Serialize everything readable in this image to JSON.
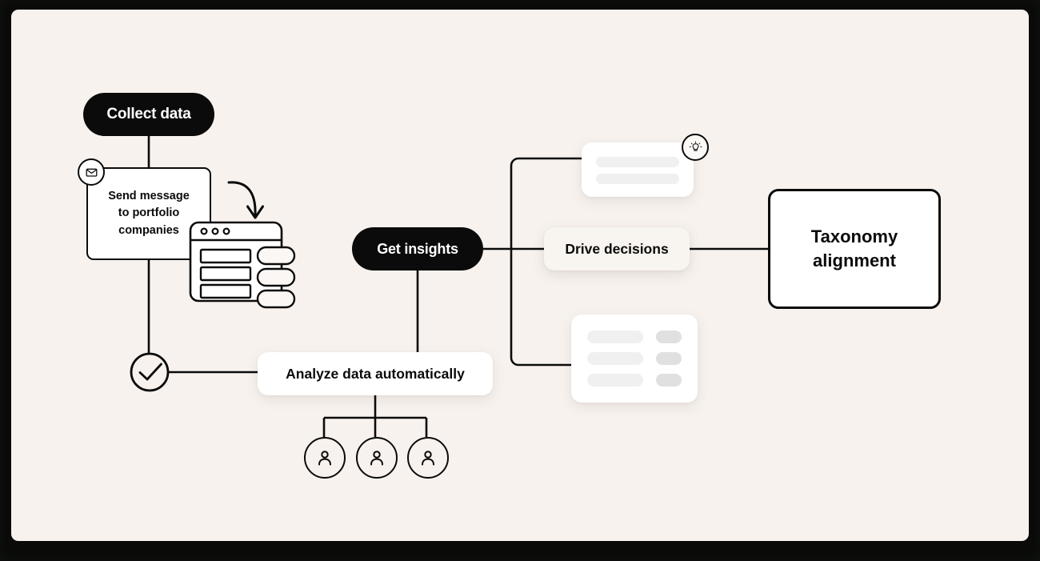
{
  "canvas": {
    "background_color": "#F7F2EE",
    "frame_color": "#0A0B09",
    "outer_color": "#5A6B52"
  },
  "palette": {
    "ink": "#0B0B0B",
    "white": "#FFFFFF",
    "beige_card": "#F8F4F0",
    "skeleton_light": "#F0F0F0",
    "skeleton_dark": "#E0E0E0"
  },
  "nodes": {
    "collect_data": {
      "label": "Collect data",
      "type": "pill-dark"
    },
    "send_message": {
      "label": "Send message to portfolio companies",
      "line1": "Send message",
      "line2": "to portfolio",
      "line3": "companies",
      "type": "box-white",
      "badge_icon": "envelope-icon"
    },
    "analyze_data": {
      "label": "Analyze data automatically",
      "type": "card-white"
    },
    "get_insights": {
      "label": "Get insights",
      "type": "pill-dark"
    },
    "drive_decisions": {
      "label": "Drive decisions",
      "type": "card-beige"
    },
    "taxonomy_alignment": {
      "label": "Taxonomy alignment",
      "line1": "Taxonomy",
      "line2": "alignment",
      "type": "box-white"
    }
  },
  "decorations": {
    "check_circle": {
      "icon": "check-circle-icon"
    },
    "curved_arrow": {
      "icon": "curved-arrow-down-icon"
    },
    "browser_mockup": {
      "icon": "browser-window-icon",
      "dots": 3,
      "rows": 3,
      "pills": 3
    },
    "lightbulb_badge": {
      "icon": "lightbulb-icon"
    },
    "insight_card_top": {
      "icon": "skeleton-card-icon",
      "bar_count": 2
    },
    "insight_card_bottom": {
      "icon": "skeleton-table-icon",
      "row_count": 3,
      "column_count": 2
    },
    "people": [
      {
        "icon": "person-icon"
      },
      {
        "icon": "person-icon"
      },
      {
        "icon": "person-icon"
      }
    ]
  },
  "connections": [
    {
      "from": "collect_data",
      "to": "send_message"
    },
    {
      "from": "send_message",
      "to": "check_circle"
    },
    {
      "from": "check_circle",
      "to": "analyze_data"
    },
    {
      "from": "analyze_data",
      "to": "get_insights"
    },
    {
      "from": "analyze_data",
      "to": "people"
    },
    {
      "from": "get_insights",
      "to": "insight_card_top"
    },
    {
      "from": "get_insights",
      "to": "drive_decisions"
    },
    {
      "from": "get_insights",
      "to": "insight_card_bottom"
    },
    {
      "from": "drive_decisions",
      "to": "taxonomy_alignment"
    }
  ]
}
